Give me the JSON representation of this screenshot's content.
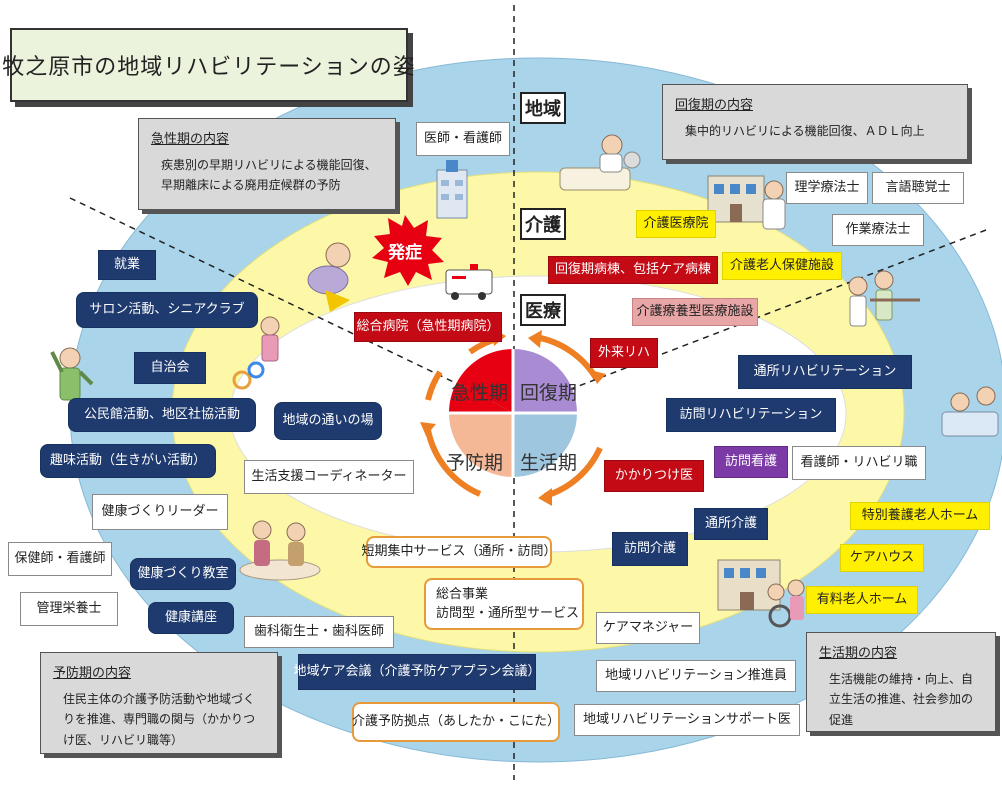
{
  "title": "牧之原市の地域リハビリテーションの姿",
  "zones": {
    "community": "地域",
    "care": "介護",
    "medical": "医療"
  },
  "burst": "発症",
  "phases": [
    "急性期",
    "回復期",
    "生活期",
    "予防期"
  ],
  "info_boxes": {
    "acute": {
      "title": "急性期の内容",
      "body": "疾患別の早期リハビリによる機能回復、早期離床による廃用症候群の予防"
    },
    "recovery": {
      "title": "回復期の内容",
      "body": "集中的リハビリによる機能回復、ＡＤＬ向上"
    },
    "prevention": {
      "title": "予防期の内容",
      "body": "住民主体の介護予防活動や地域づくりを推進、専門職の関与（かかりつけ医、リハビリ職等）"
    },
    "living": {
      "title": "生活期の内容",
      "body": "生活機能の維持・向上、自立生活の推進、社会参加の促進"
    }
  },
  "labels": {
    "doctor_nurse": "医師・看護師",
    "pt": "理学療法士",
    "st": "言語聴覚士",
    "ot": "作業療法士",
    "care_hospital": "介護医療院",
    "recovery_ward": "回復期病棟、包括ケア病棟",
    "care_elder_facility": "介護老人保健施設",
    "care_medical_facility": "介護療養型医療施設",
    "general_hospital": "総合病院（急性期病院）",
    "outpatient_rehab": "外来リハ",
    "day_rehab": "通所リハビリテーション",
    "visit_rehab": "訪問リハビリテーション",
    "visit_nursing": "訪問看護",
    "nurse_rehab": "看護師・リハビリ職",
    "family_doctor": "かかりつけ医",
    "special_nursing_home": "特別養護老人ホーム",
    "care_house": "ケアハウス",
    "paid_nursing_home": "有料老人ホーム",
    "day_care": "通所介護",
    "home_care": "訪問介護",
    "care_manager": "ケアマネジャー",
    "promoter": "地域リハビリテーション推進員",
    "support_doctor": "地域リハビリテーションサポート医",
    "prevention_base": "介護予防拠点（あしたか・こにた）",
    "care_meeting": "地域ケア会議（介護予防ケアプラン会議）",
    "dental": "歯科衛生士・歯科医師",
    "health_lecture": "健康講座",
    "health_class": "健康づくり教室",
    "dietitian": "管理栄養士",
    "public_health_nurse": "保健師・看護師",
    "health_leader": "健康づくりリーダー",
    "hobby": "趣味活動（生きがい活動）",
    "community_hall": "公民館活動、地区社協活動",
    "residents_assoc": "自治会",
    "salon": "サロン活動、シニアクラブ",
    "employment": "就業",
    "gathering_place": "地域の通いの場",
    "life_support": "生活支援コーディネーター",
    "short_service": "短期集中サービス（通所・訪問）",
    "general_project_1": "総合事業",
    "general_project_2": "訪問型・通所型サービス"
  },
  "colors": {
    "outer_ring": "#a9d4ea",
    "middle_ring": "#fcf8a8",
    "inner": "#ffffff",
    "acute": "#e60012",
    "recovery": "#a98bd4",
    "living": "#9fc6df",
    "prevention": "#f5b896",
    "arrow": "#ee7f22",
    "navy": "#1f3a6e"
  },
  "icons": [
    "hospital-icon",
    "ambulance-icon",
    "fallen-elder-icon",
    "bedside-care-icon",
    "care-facility-icon",
    "doctor-icon",
    "walker-rehab-icon",
    "exercise-elder-icon",
    "group-exercise-icon",
    "bedridden-care-icon",
    "wheelchair-care-icon",
    "home-building-icon",
    "senior-group-icon"
  ]
}
